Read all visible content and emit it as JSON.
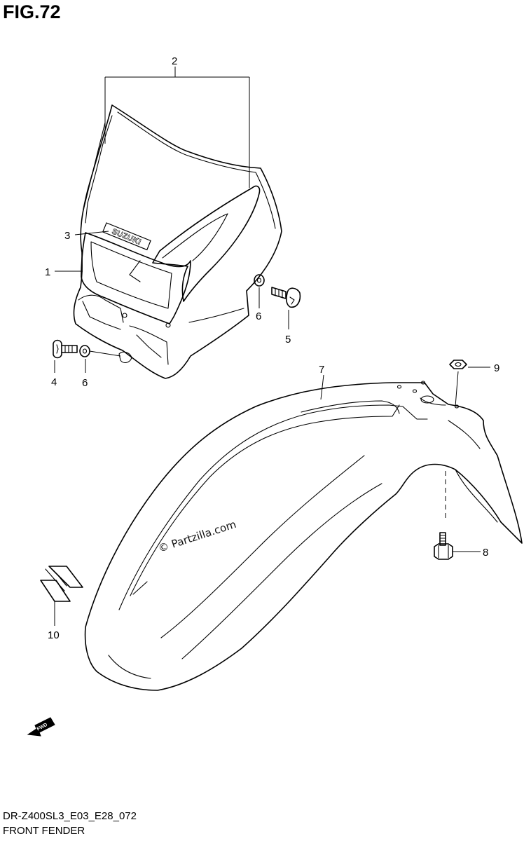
{
  "figure": {
    "title": "FIG.72",
    "footer_code": "DR-Z400SL3_E03_E28_072",
    "footer_name": "FRONT FENDER",
    "watermark": "© Partzilla.com",
    "fwd_label": "FWD",
    "emblem_text": "SUZUKI"
  },
  "callouts": [
    {
      "id": "1",
      "label": "1"
    },
    {
      "id": "2",
      "label": "2"
    },
    {
      "id": "3",
      "label": "3"
    },
    {
      "id": "4",
      "label": "4"
    },
    {
      "id": "5",
      "label": "5"
    },
    {
      "id": "6a",
      "label": "6"
    },
    {
      "id": "6b",
      "label": "6"
    },
    {
      "id": "7",
      "label": "7"
    },
    {
      "id": "8",
      "label": "8"
    },
    {
      "id": "9",
      "label": "9"
    },
    {
      "id": "10",
      "label": "10"
    }
  ]
}
